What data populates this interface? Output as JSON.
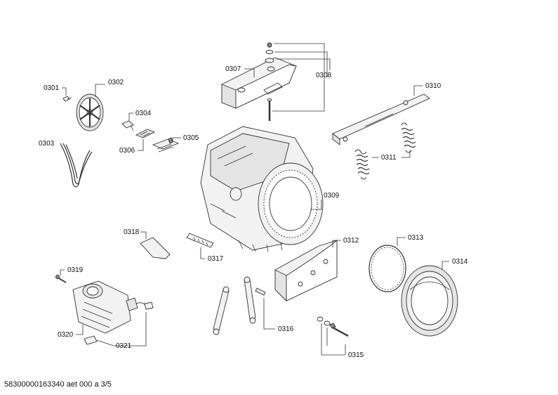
{
  "document_id": "58300000163340 aet 000 a 3/5",
  "labels": {
    "p0301": "0301",
    "p0302": "0302",
    "p0303": "0303",
    "p0304": "0304",
    "p0305": "0305",
    "p0306": "0306",
    "p0307": "0307",
    "p0308": "0308",
    "p0309": "0309",
    "p0310": "0310",
    "p0311": "0311",
    "p0312": "0312",
    "p0313": "0313",
    "p0314": "0314",
    "p0315": "0315",
    "p0316": "0316",
    "p0317": "0317",
    "p0318": "0318",
    "p0319": "0319",
    "p0320": "0320",
    "p0321": "0321"
  }
}
